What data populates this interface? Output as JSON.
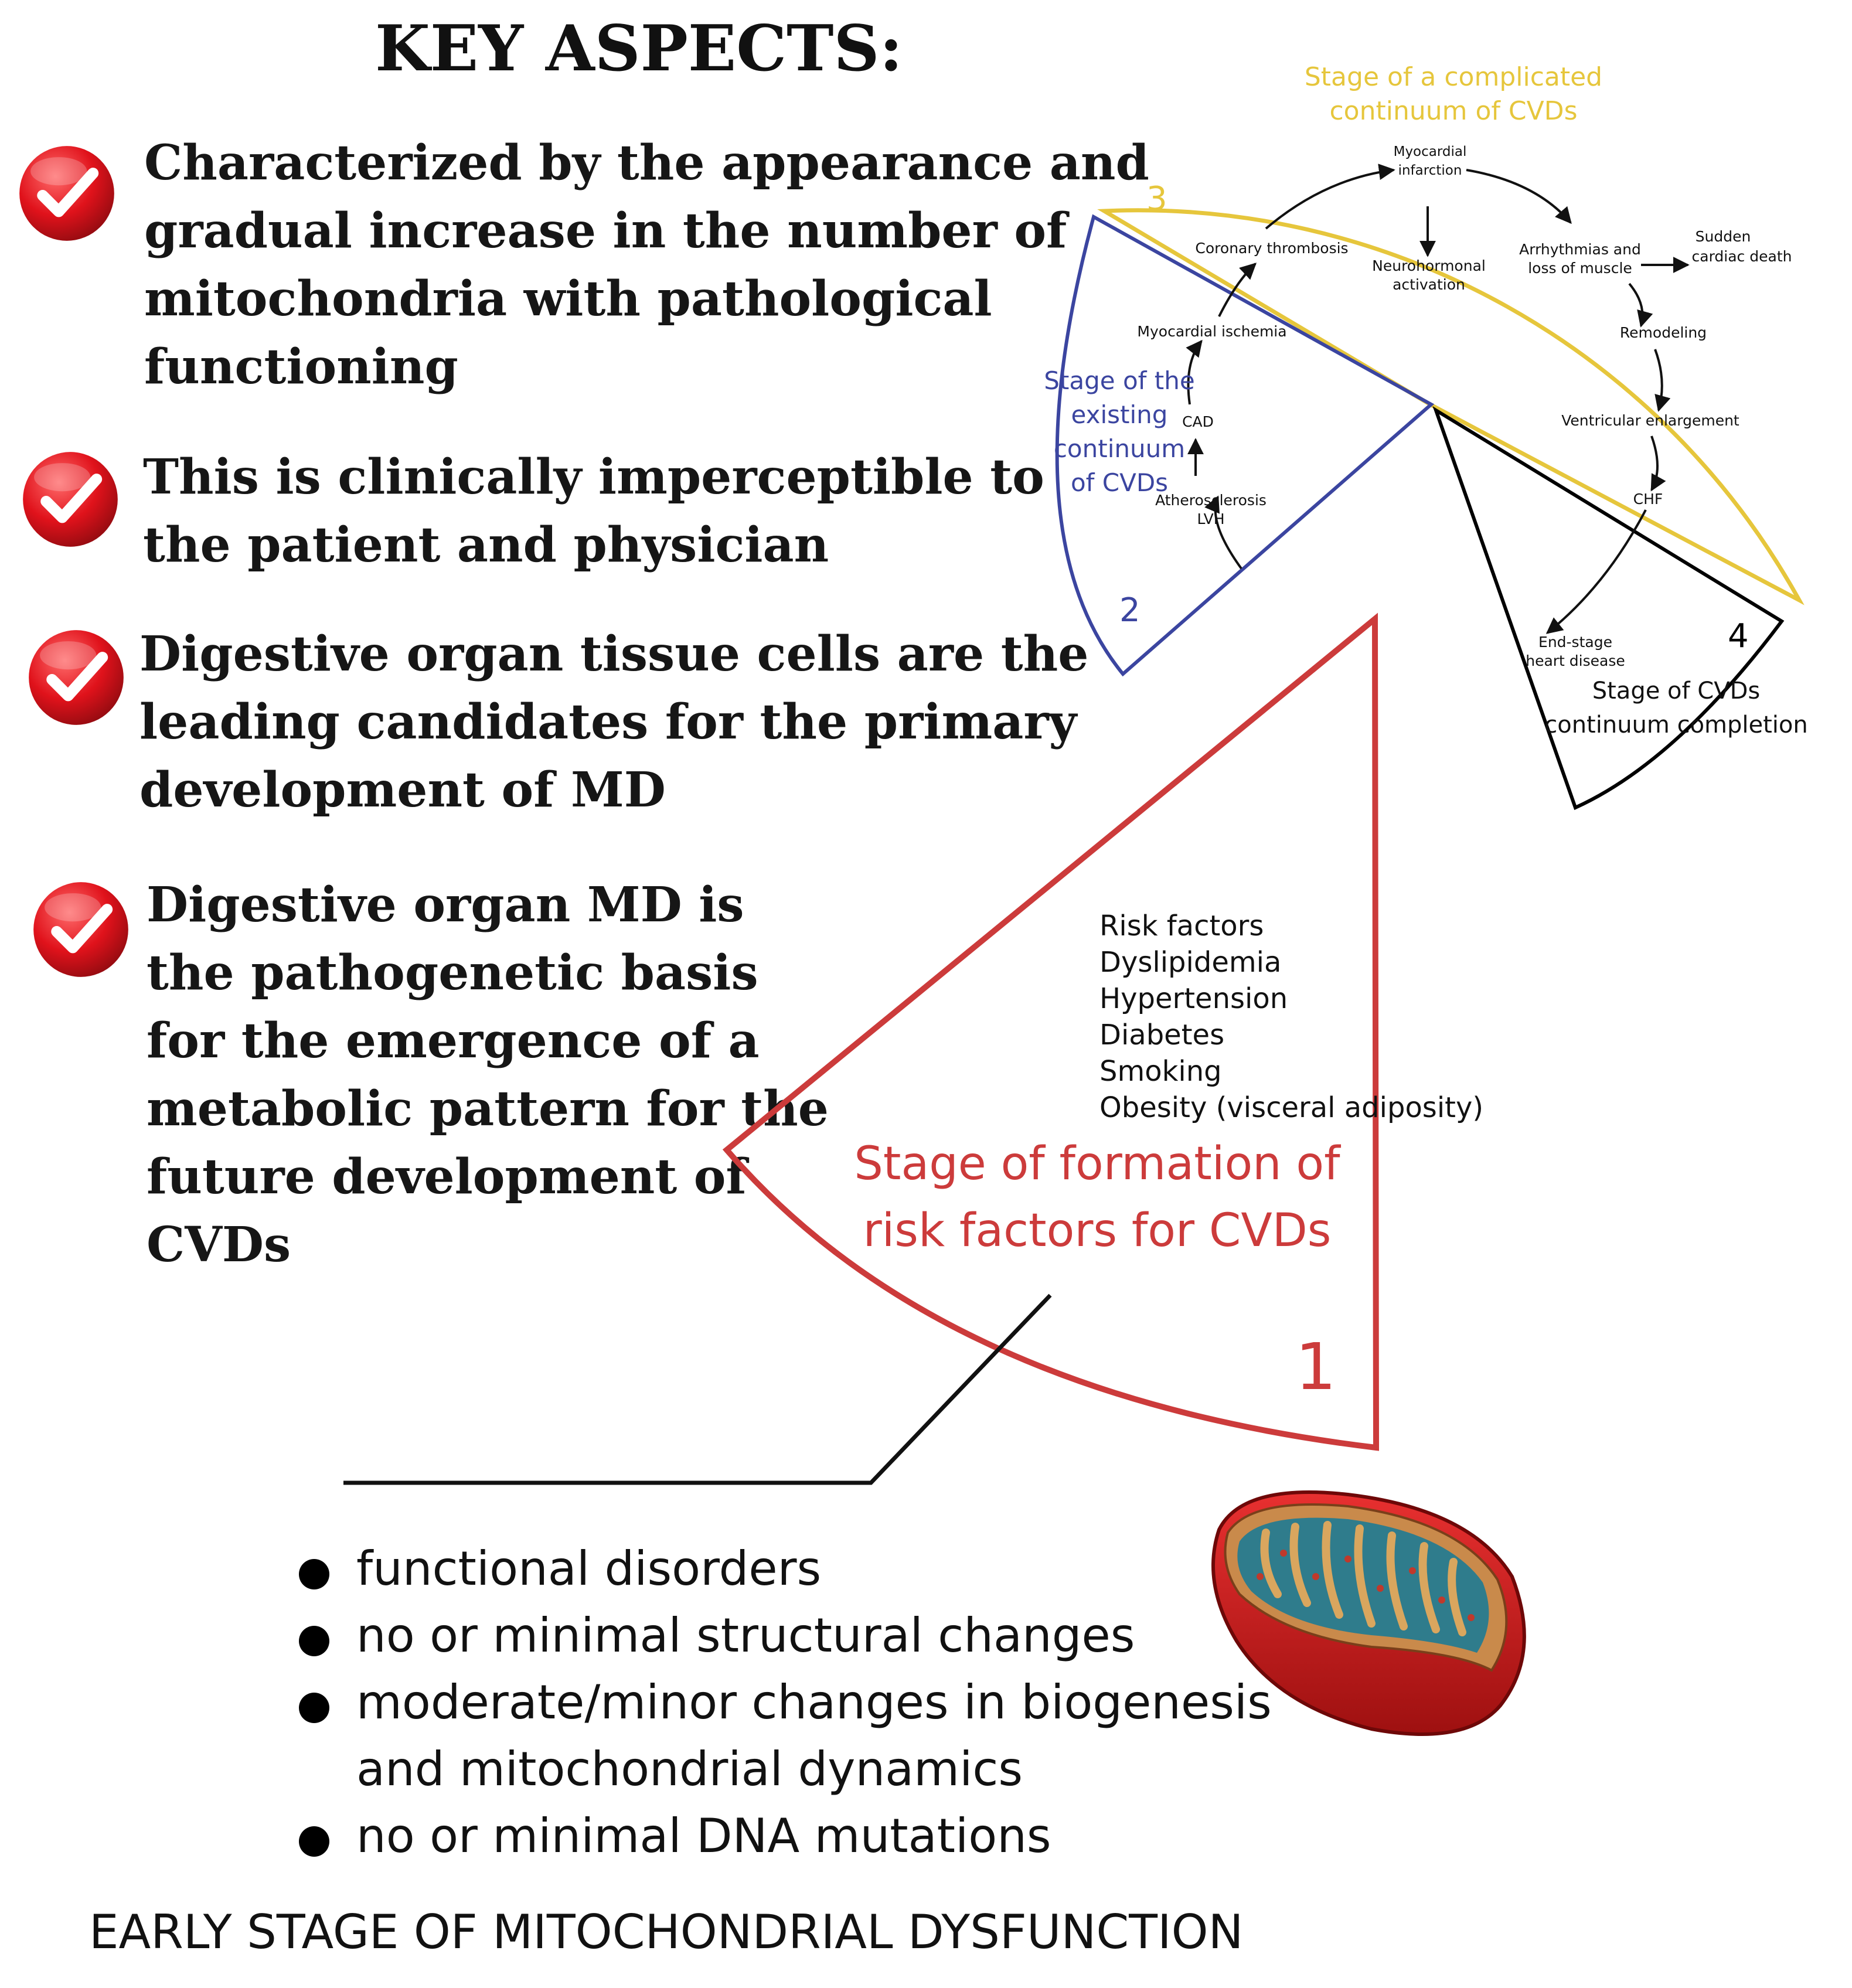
{
  "title": "KEY ASPECTS:",
  "aspects": [
    {
      "lines": [
        "Characterized by the appearance and",
        "gradual increase in the number of",
        "mitochondria with pathological",
        "functioning"
      ]
    },
    {
      "lines": [
        "This is clinically imperceptible to",
        "the patient and physician"
      ]
    },
    {
      "lines": [
        "Digestive organ tissue cells are the",
        "leading candidates for the primary",
        "development of  MD"
      ]
    },
    {
      "lines": [
        "Digestive organ MD is",
        "the pathogenetic basis",
        "for the emergence of a",
        "metabolic pattern for the",
        "future development of",
        "CVDs"
      ]
    }
  ],
  "icons": {
    "check": "check-circle-icon",
    "organelle": "mitochondrion-icon"
  },
  "colors": {
    "stage1": "#cc3b3b",
    "stage2": "#3b45a0",
    "stage3": "#e6c63c",
    "stage4": "#000000",
    "check": "#d81e24"
  },
  "stage1": {
    "number": "1",
    "title_lines": [
      "Stage of formation of",
      "risk factors for CVDs"
    ],
    "risk_factors": [
      "Risk factors",
      "Dyslipidemia",
      "Hypertension",
      "Diabetes",
      "Smoking",
      "Obesity (visceral adiposity)"
    ]
  },
  "stage2": {
    "number": "2",
    "title_lines": [
      "Stage of the",
      "existing",
      "continuum",
      "of CVDs"
    ],
    "nodes": {
      "ischemia": "Myocardial ischemia",
      "cad": "CAD",
      "athero1": "Atherosclerosis",
      "athero2": "LVH"
    }
  },
  "stage3": {
    "number": "3",
    "title_lines": [
      "Stage of a complicated",
      "continuum of CVDs"
    ],
    "nodes": {
      "thrombosis": "Coronary thrombosis",
      "mi1": "Myocardial",
      "mi2": "infarction",
      "neuro1": "Neurohormonal",
      "neuro2": "activation",
      "arr1": "Arrhythmias and",
      "arr2": "loss of muscle",
      "scd1": "Sudden",
      "scd2": "cardiac death",
      "remodeling": "Remodeling",
      "ventricular": "Ventricular enlargement",
      "chf": "CHF"
    }
  },
  "stage4": {
    "number": "4",
    "title_lines": [
      "Stage of  CVDs",
      "continuum completion"
    ],
    "nodes": {
      "esd1": "End-stage",
      "esd2": "heart disease"
    }
  },
  "features": [
    "functional disorders",
    "no or minimal structural changes",
    "moderate/minor changes in biogenesis",
    "and mitochondrial dynamics",
    "no or minimal DNA mutations"
  ],
  "footer": "EARLY STAGE OF MITOCHONDRIAL DYSFUNCTION"
}
